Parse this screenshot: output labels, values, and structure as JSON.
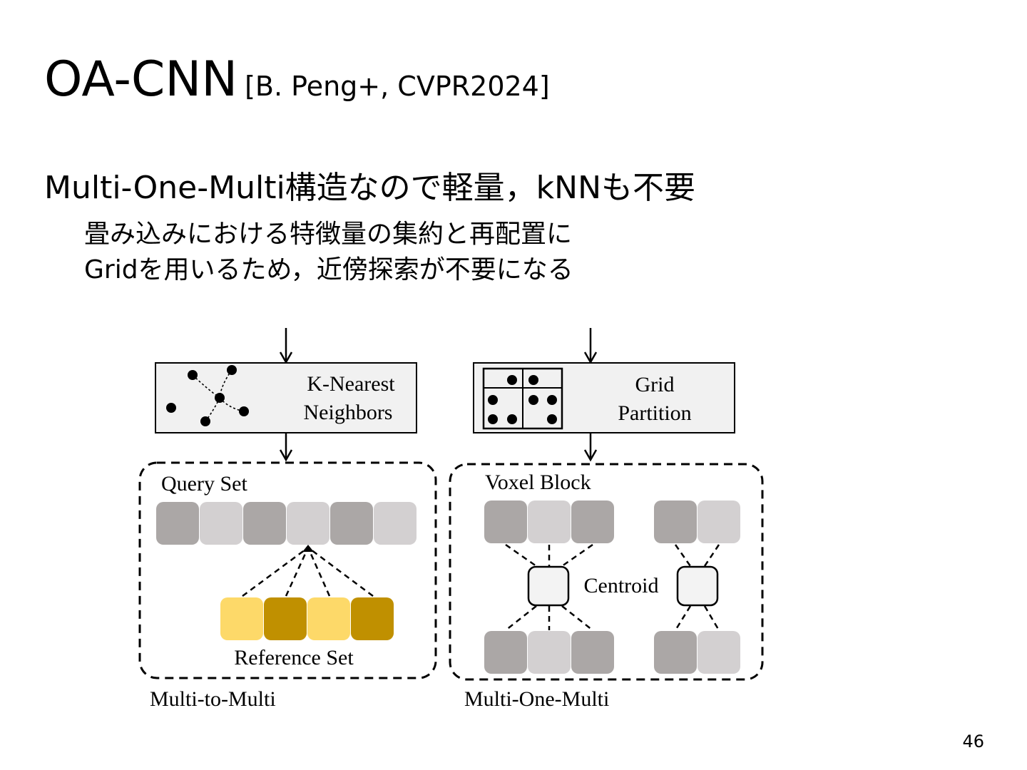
{
  "title": {
    "main": "OA-CNN",
    "reference": "[B. Peng+, CVPR2024]"
  },
  "bullets": {
    "main": "Multi-One-Multi構造なので軽量，kNNも不要",
    "sub": [
      "畳み込みにおける特徴量の集約と再配置に",
      "Gridを用いるため，近傍探索が不要になる"
    ]
  },
  "figure": {
    "left_panel": {
      "box_label_line1": "K-Nearest",
      "box_label_line2": "Neighbors",
      "query_set_label": "Query Set",
      "reference_set_label": "Reference Set",
      "caption": "Multi-to-Multi"
    },
    "right_panel": {
      "box_label_line1": "Grid",
      "box_label_line2": "Partition",
      "voxel_block_label": "Voxel Block",
      "centroid_label": "Centroid",
      "caption": "Multi-One-Multi"
    },
    "colors": {
      "gray_dark": "#aba7a6",
      "gray_light": "#d3d0d1",
      "gold_light": "#fdd969",
      "gold_dark": "#c09000",
      "box_fill": "#f1f1f1",
      "centroid_fill": "#f3f3f3"
    }
  },
  "slide_number": "46"
}
